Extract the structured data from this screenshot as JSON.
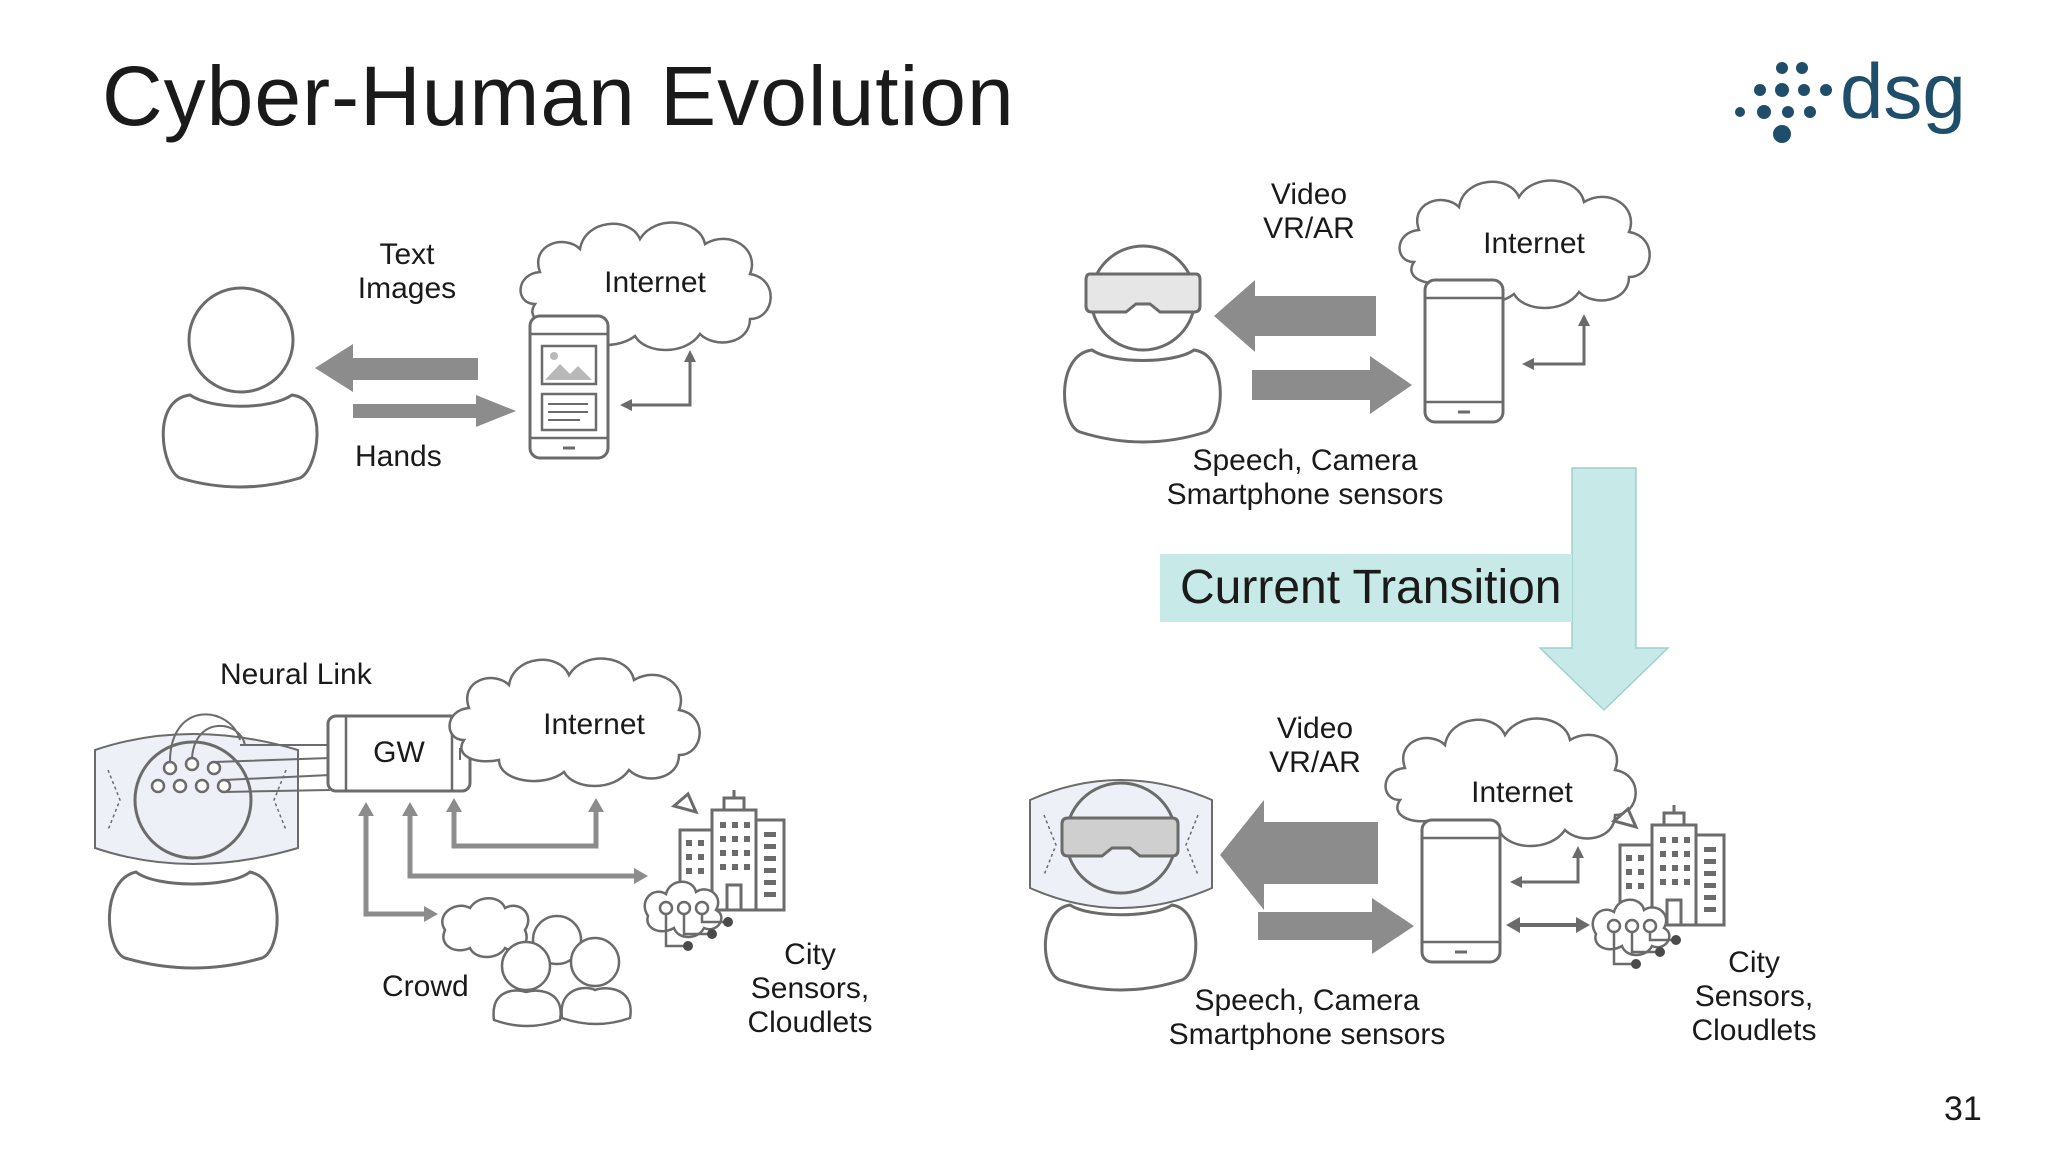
{
  "slide": {
    "title": "Cyber-Human Evolution",
    "page_number": "31",
    "logo_text": "dsg"
  },
  "panel_top_left": {
    "out_label_line1": "Text",
    "out_label_line2": "Images",
    "in_label": "Hands",
    "cloud_label": "Internet"
  },
  "panel_top_right": {
    "out_label_line1": "Video",
    "out_label_line2": "VR/AR",
    "cloud_label": "Internet",
    "in_label_line1": "Speech, Camera",
    "in_label_line2": "Smartphone sensors"
  },
  "transition": {
    "label": "Current Transition",
    "color": "#c7e9e8"
  },
  "panel_bottom_left": {
    "link_label": "Neural Link",
    "gateway_label": "GW",
    "cloud_label": "Internet",
    "crowd_label": "Crowd",
    "city_line1": "City",
    "city_line2": "Sensors,",
    "city_line3": "Cloudlets"
  },
  "panel_bottom_right": {
    "out_label_line1": "Video",
    "out_label_line2": "VR/AR",
    "cloud_label": "Internet",
    "in_label_line1": "Speech, Camera",
    "in_label_line2": "Smartphone sensors",
    "city_line1": "City",
    "city_line2": "Sensors,",
    "city_line3": "Cloudlets"
  },
  "colors": {
    "arrow_gray": "#8c8c8c",
    "outline": "#6b6b6b",
    "logo_blue": "#1f4e6b",
    "halo_fill": "#eef0f8"
  }
}
